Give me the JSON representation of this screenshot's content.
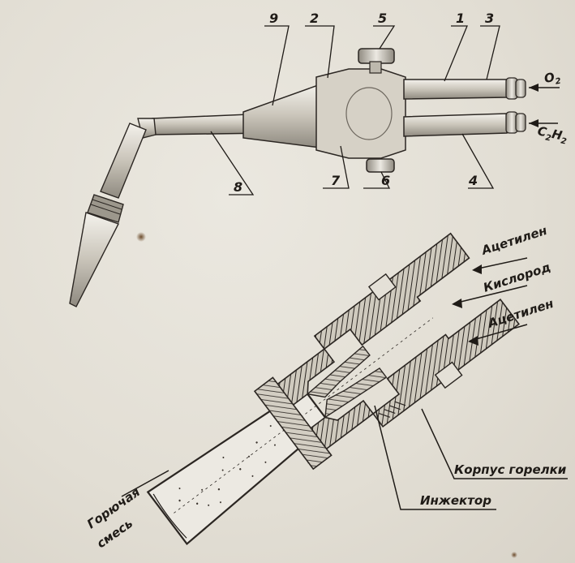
{
  "top_figure": {
    "part_numbers": [
      "1",
      "2",
      "3",
      "4",
      "5",
      "6",
      "7",
      "8",
      "9"
    ],
    "gas_inlets": {
      "oxygen": {
        "main": "O",
        "sub": "2"
      },
      "acetylene": {
        "c": "C",
        "sub1": "2",
        "h": "H",
        "sub2": "2"
      }
    }
  },
  "bottom_figure": {
    "labels": {
      "acetylene_top": "Ацетилен",
      "oxygen": "Кислород",
      "acetylene_bottom": "Ацетилен",
      "torch_body": "Корпус горелки",
      "injector": "Инжектор",
      "mixture_line1": "Горючая",
      "mixture_line2": "смесь"
    }
  }
}
